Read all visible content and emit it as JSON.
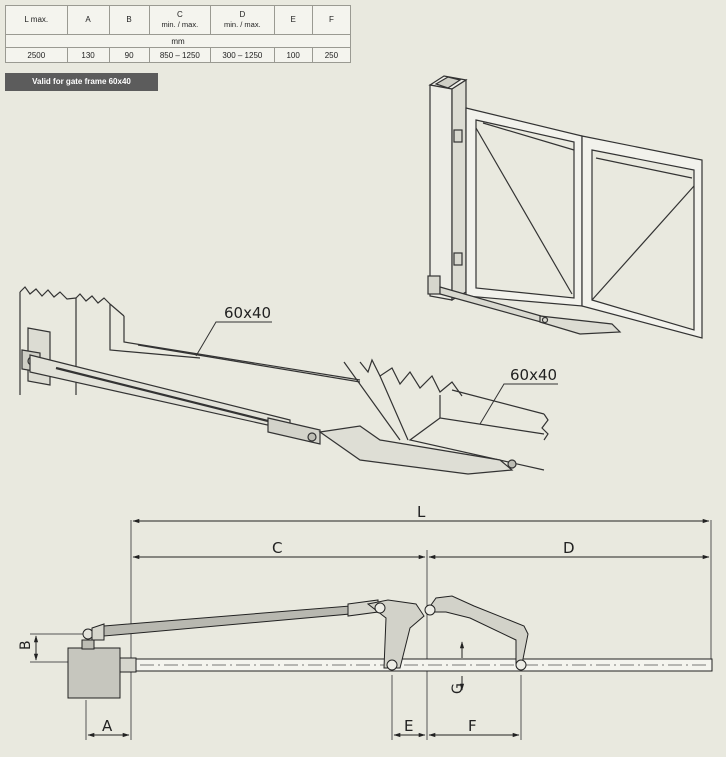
{
  "specs": {
    "headers": [
      {
        "name": "L max.",
        "sub": ""
      },
      {
        "name": "A",
        "sub": ""
      },
      {
        "name": "B",
        "sub": ""
      },
      {
        "name": "C",
        "sub": "min. / max."
      },
      {
        "name": "D",
        "sub": "min. / max."
      },
      {
        "name": "E",
        "sub": ""
      },
      {
        "name": "F",
        "sub": ""
      }
    ],
    "unit": "mm",
    "values": [
      "2500",
      "130",
      "90",
      "850 – 1250",
      "300 – 1250",
      "100",
      "250"
    ]
  },
  "badge": "Valid for gate frame 60x40",
  "labels": {
    "profile_1": "60x40",
    "profile_2": "60x40",
    "dim_L": "L",
    "dim_C": "C",
    "dim_D": "D",
    "dim_B": "B",
    "dim_A": "A",
    "dim_E": "E",
    "dim_F": "F",
    "dim_G": "G"
  }
}
